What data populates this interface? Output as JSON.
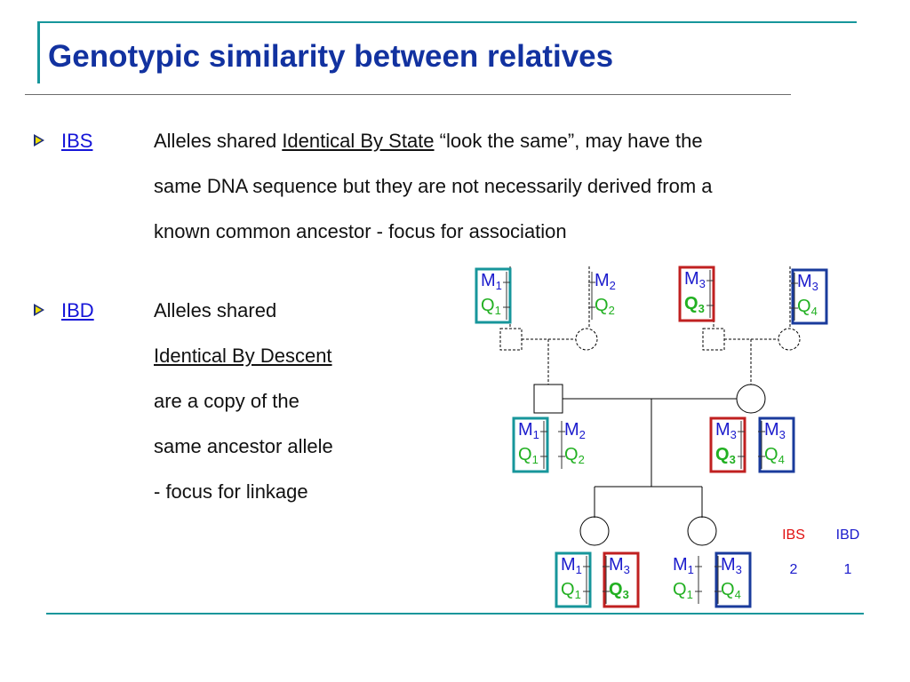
{
  "title": "Genotypic similarity between relatives",
  "ibs": {
    "term": "IBS",
    "line1_pre": "Alleles shared ",
    "line1_link": "Identical By State",
    "line1_post": " “look the same”, may have the",
    "line2": "same DNA sequence but they are not necessarily derived from a",
    "line3": "known common ancestor - focus for association"
  },
  "ibd": {
    "term": "IBD",
    "line1": "Alleles shared",
    "line2": "Identical By Descent",
    "line3": "are a copy of the",
    "line4": "same ancestor allele",
    "line5": "- focus for linkage"
  },
  "colors": {
    "title": "#1232a0",
    "teal_box": "#17969b",
    "red_box": "#c02020",
    "blue_box": "#1a3b9c",
    "m_allele": "#1a1acc",
    "q_allele": "#22b022",
    "ibs_label": "#e01010",
    "ibd_label": "#1a1acc"
  },
  "pedigree": {
    "grandparents": [
      {
        "m": "1",
        "q": "1",
        "box": "teal",
        "q_bold": false
      },
      {
        "m": "2",
        "q": "2",
        "box": "none",
        "q_bold": false
      },
      {
        "m": "3",
        "q": "3",
        "box": "red",
        "q_bold": true
      },
      {
        "m": "3",
        "q": "4",
        "box": "blue",
        "q_bold": false
      }
    ],
    "parents": [
      {
        "left": {
          "m": "1",
          "q": "1",
          "box": "teal",
          "q_bold": false
        },
        "right": {
          "m": "2",
          "q": "2",
          "box": "none",
          "q_bold": false
        }
      },
      {
        "left": {
          "m": "3",
          "q": "3",
          "box": "red",
          "q_bold": true
        },
        "right": {
          "m": "3",
          "q": "4",
          "box": "blue",
          "q_bold": false
        }
      }
    ],
    "children": [
      {
        "left": {
          "m": "1",
          "q": "1",
          "box": "teal",
          "q_bold": false
        },
        "right": {
          "m": "3",
          "q": "3",
          "box": "red",
          "q_bold": true
        }
      },
      {
        "left": {
          "m": "1",
          "q": "1",
          "box": "none",
          "q_bold": false
        },
        "right": {
          "m": "3",
          "q": "4",
          "box": "blue",
          "q_bold": false
        }
      }
    ]
  },
  "sharing_table": {
    "headers": [
      "IBS",
      "IBD"
    ],
    "values": [
      "2",
      "1"
    ]
  }
}
